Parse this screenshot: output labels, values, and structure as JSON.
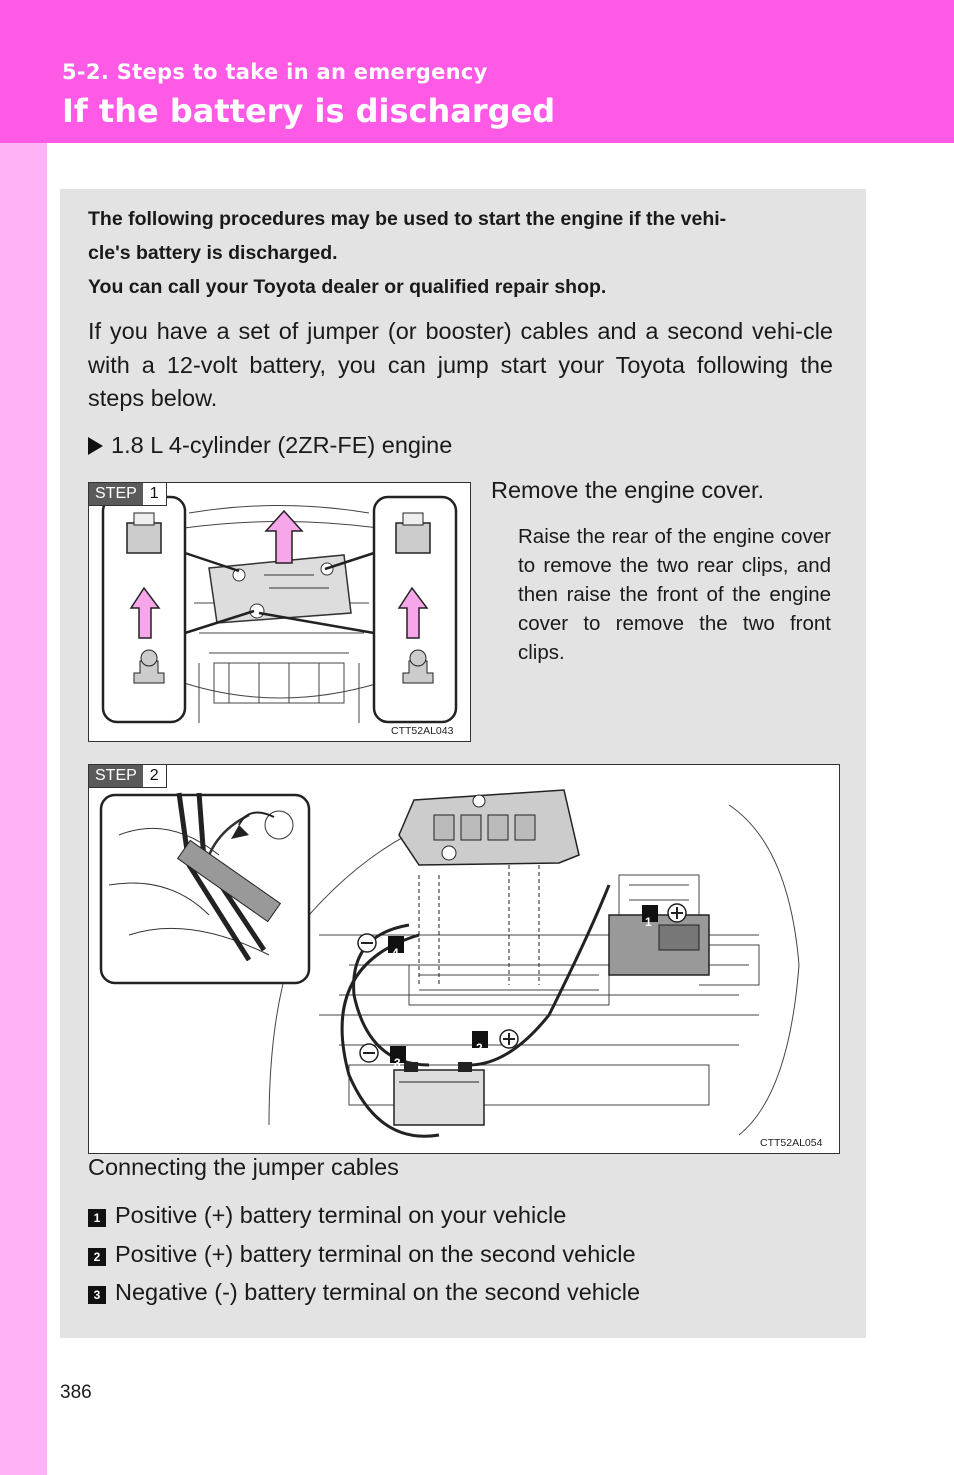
{
  "header": {
    "section_label": "5-2. Steps to take in an emergency",
    "title": "If the battery is discharged"
  },
  "intro": {
    "bold_line1": "The following procedures may be used to start the engine if the vehi-",
    "bold_line2": "cle's battery is discharged.",
    "bold_line3": "You can call your Toyota dealer or qualified repair shop."
  },
  "body": "If you have a set of jumper (or booster) cables and a second vehi-cle with a 12-volt battery, you can jump start your Toyota following the steps below.",
  "engine_type": "1.8 L 4-cylinder (2ZR-FE) engine",
  "step1": {
    "badge_label": "STEP",
    "badge_number": "1",
    "title": "Remove the engine cover.",
    "description": "Raise the rear of the engine cover to remove the two rear clips, and then raise the front of the engine cover to remove the two front clips.",
    "figure_code": "CTT52AL043"
  },
  "step2": {
    "badge_label": "STEP",
    "badge_number": "2",
    "figure_code": "CTT52AL054",
    "caption": "Connecting the jumper cables",
    "callouts": [
      "1",
      "2",
      "3",
      "4"
    ],
    "legend": [
      {
        "num": "1",
        "text": "Positive (+) battery terminal on your vehicle"
      },
      {
        "num": "2",
        "text": "Positive (+) battery terminal on the second vehicle"
      },
      {
        "num": "3",
        "text": "Negative (-) battery terminal on the second vehicle"
      }
    ]
  },
  "page_number": "386",
  "colors": {
    "header": "#ff5ae6",
    "side_strip": "#ffb3f5",
    "panel": "#e3e3e3",
    "arrow_fill": "#f6a6e9"
  }
}
